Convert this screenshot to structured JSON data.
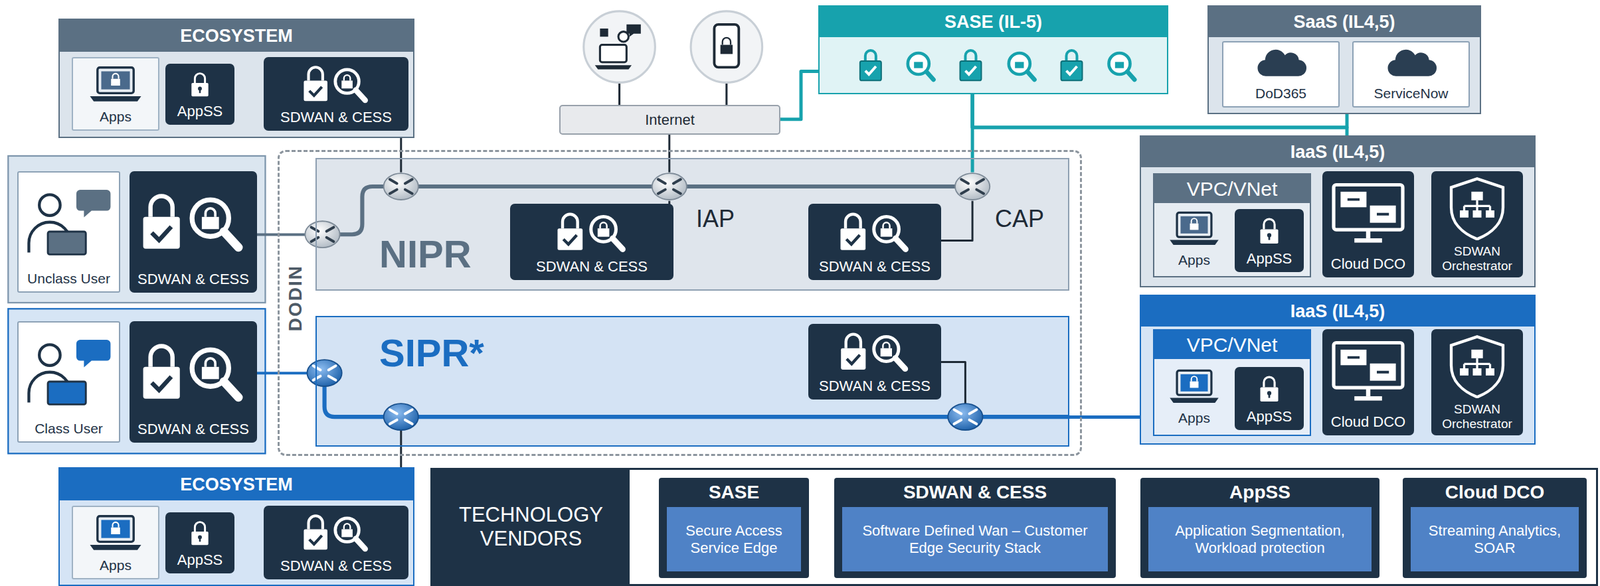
{
  "diagram": {
    "nodes": [
      {
        "text": [
          "ECOSYSTEM"
        ]
      },
      {
        "text": [
          "Apps"
        ],
        "in": 0
      },
      {
        "text": [
          "AppSS"
        ],
        "in": 0
      },
      {
        "text": [
          "SDWAN & CESS"
        ],
        "in": 0
      },
      {
        "text": [
          "Internet"
        ]
      },
      {
        "text": [
          "SASE (IL-5)"
        ]
      },
      {
        "text": [
          "SaaS (IL4,5)"
        ]
      },
      {
        "text": [
          "DoD365"
        ],
        "in": 6
      },
      {
        "text": [
          "ServiceNow"
        ],
        "in": 6
      },
      {
        "text": [
          "Unclass User"
        ]
      },
      {
        "text": [
          "SDWAN & CESS"
        ]
      },
      {
        "text": [
          "DODIN"
        ]
      },
      {
        "text": [
          "NIPR"
        ],
        "in": 11
      },
      {
        "text": [
          "SDWAN & CESS"
        ],
        "in": 12
      },
      {
        "text": [
          "SDWAN & CESS"
        ],
        "in": 12
      },
      {
        "text": [
          "IaaS (IL4,5)"
        ]
      },
      {
        "text": [
          "VPC/VNet"
        ],
        "in": 15
      },
      {
        "text": [
          "Apps"
        ],
        "in": 16
      },
      {
        "text": [
          "AppSS"
        ],
        "in": 16
      },
      {
        "text": [
          "Cloud DCO"
        ],
        "in": 15
      },
      {
        "text": [
          "SDWAN Orchestrator"
        ],
        "in": 15
      },
      {
        "text": [
          "Class User"
        ]
      },
      {
        "text": [
          "SDWAN & CESS"
        ]
      },
      {
        "text": [
          "SIPR*"
        ],
        "in": 11
      },
      {
        "text": [
          "SDWAN & CESS"
        ],
        "in": 23
      },
      {
        "text": [
          "IaaS (IL4,5)"
        ]
      },
      {
        "text": [
          "VPC/VNet"
        ],
        "in": 25
      },
      {
        "text": [
          "Apps"
        ],
        "in": 26
      },
      {
        "text": [
          "AppSS"
        ],
        "in": 26
      },
      {
        "text": [
          "Cloud DCO"
        ],
        "in": 25
      },
      {
        "text": [
          "SDWAN Orchestrator"
        ],
        "in": 25
      },
      {
        "text": [
          "ECOSYSTEM"
        ]
      },
      {
        "text": [
          "Apps"
        ],
        "in": 31
      },
      {
        "text": [
          "AppSS"
        ],
        "in": 31
      },
      {
        "text": [
          "SDWAN & CESS"
        ],
        "in": 31
      },
      {
        "text": [
          "TECHNOLOGY VENDORS"
        ]
      },
      {
        "text": [
          "SASE",
          "Secure Access Service Edge"
        ],
        "in": 35
      },
      {
        "text": [
          "SDWAN & CESS",
          "Software Defined Wan – Customer Edge Security Stack"
        ],
        "in": 35
      },
      {
        "text": [
          "AppSS",
          "Application Segmentation, Workload protection"
        ],
        "in": 35
      },
      {
        "text": [
          "Cloud DCO",
          "Streaming Analytics, SOAR"
        ],
        "in": 35
      }
    ],
    "edges": [
      {
        "from": 0,
        "to": 12,
        "arrow": "none"
      },
      {
        "from": 10,
        "to": 12,
        "arrow": "none"
      },
      {
        "from": 4,
        "to": 12,
        "arrow": "none"
      },
      {
        "from": 4,
        "to": 5,
        "arrow": "none"
      },
      {
        "from": 5,
        "to": 12,
        "arrow": "none"
      },
      {
        "from": 5,
        "to": 6,
        "arrow": "none"
      },
      {
        "from": 5,
        "to": 15,
        "arrow": "none"
      },
      {
        "from": 13,
        "to": 12,
        "arrow": "none"
      },
      {
        "from": 14,
        "to": 12,
        "arrow": "none"
      },
      {
        "from": 22,
        "to": 23,
        "arrow": "none"
      },
      {
        "from": 31,
        "to": 23,
        "arrow": "none"
      },
      {
        "from": 24,
        "to": 23,
        "arrow": "none"
      },
      {
        "from": 23,
        "to": 25,
        "arrow": "none"
      }
    ],
    "labels": [
      "IAP",
      "CAP"
    ]
  }
}
